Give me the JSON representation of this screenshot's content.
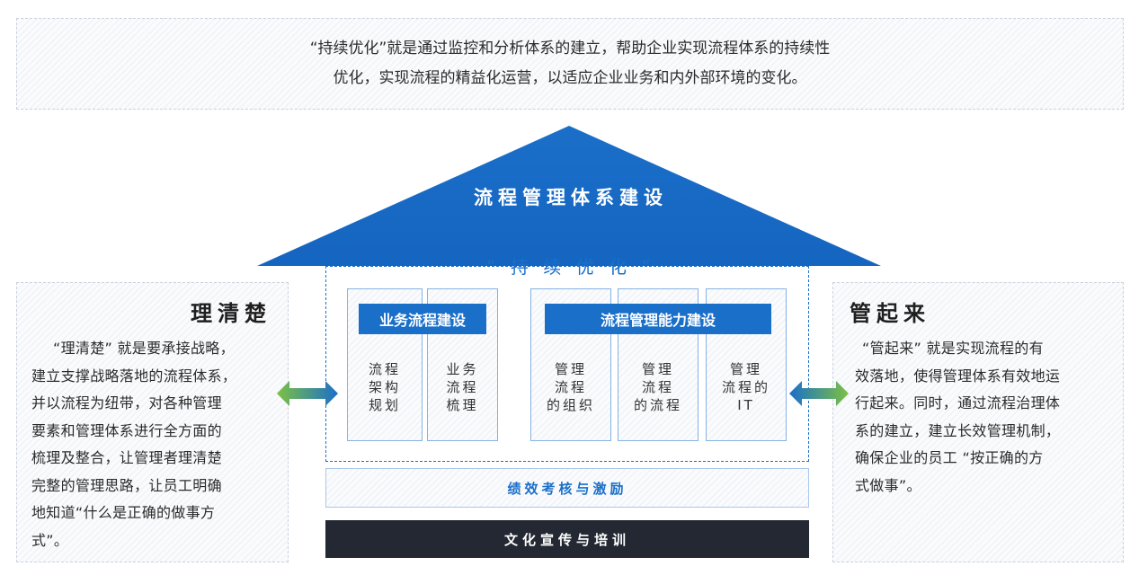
{
  "banner": {
    "line1": "“持续优化”就是通过监控和分析体系的建立，帮助企业实现流程体系的持续性",
    "line2": "优化，实现流程的精益化运营，以适应企业业务和内外部环境的变化。"
  },
  "roof": {
    "title": "流程管理体系建设"
  },
  "frame": {
    "subtitle": "“ 持 续 优 化 ”"
  },
  "categories": {
    "business": "业务流程建设",
    "capability": "流程管理能力建设"
  },
  "pillars": [
    {
      "label": "流程\n架构\n规划"
    },
    {
      "label": "业务\n流程\n梳理"
    },
    {
      "label": "管理\n流程\n的组织"
    },
    {
      "label": "管理\n流程\n的流程"
    },
    {
      "label": "管理\n流程的\nIT"
    }
  ],
  "performance": {
    "label": "绩效考核与激励"
  },
  "foundation": {
    "label": "文化宣传与培训"
  },
  "left_panel": {
    "title": "理清楚",
    "lines": [
      "“理清楚” 就是要承接战略，",
      "建立支撑战略落地的流程体系，",
      "并以流程为纽带，对各种管理",
      "要素和管理体系进行全方面的",
      "梳理及整合，让管理者理清楚",
      "完整的管理思路，让员工明确",
      "地知道“什么是正确的做事方",
      "式”。"
    ]
  },
  "right_panel": {
    "title": "管起来",
    "lines": [
      "“管起来” 就是实现流程的有",
      "效落地，使得管理体系有效地运",
      "行起来。同时，通过流程治理体",
      "系的建立，建立长效管理机制，",
      "确保企业的员工 “按正确的方",
      "式做事”。"
    ]
  },
  "colors": {
    "primary_blue": "#1a6fc9",
    "dark_base": "#232832",
    "arrow_green": "#7dc143"
  }
}
